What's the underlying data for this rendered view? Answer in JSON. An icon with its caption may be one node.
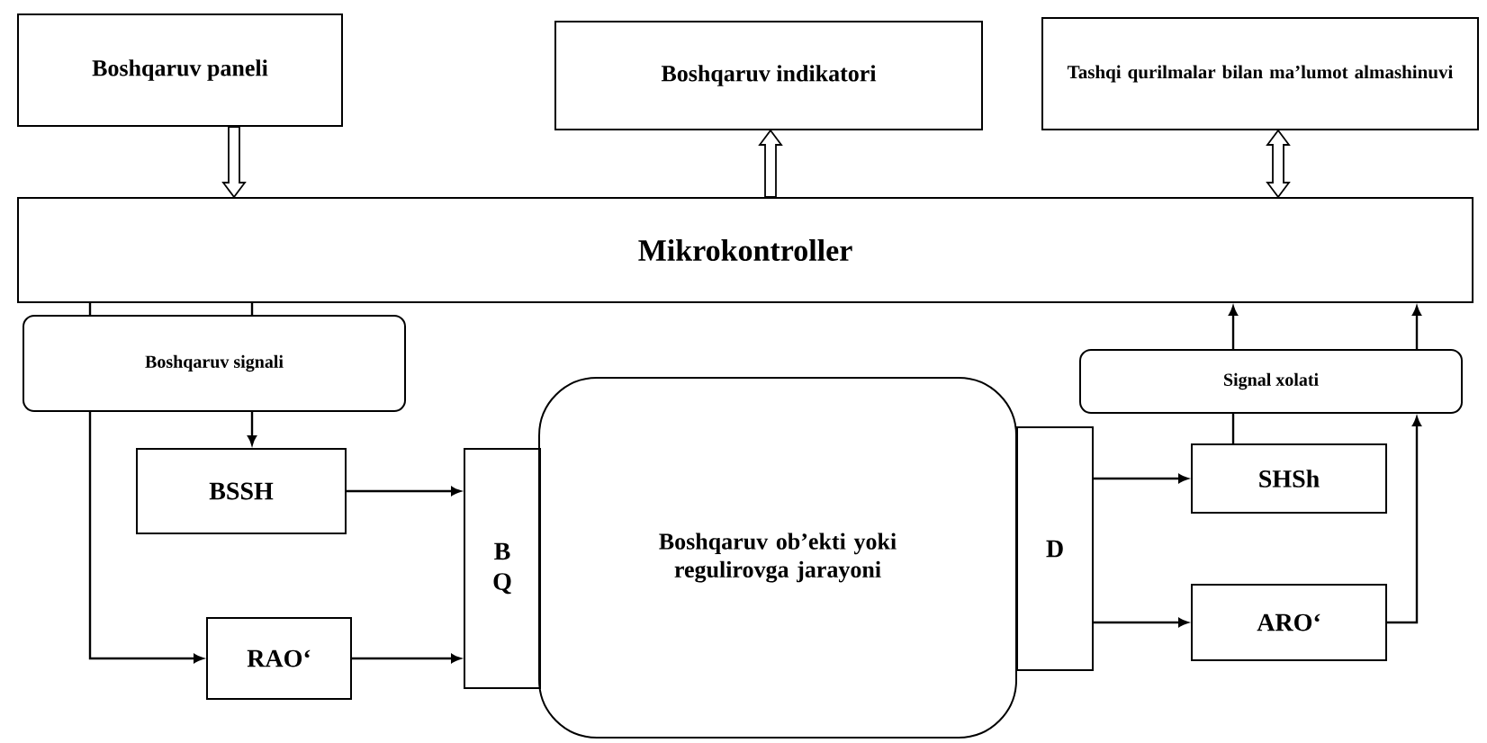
{
  "diagram": {
    "nodes": [
      {
        "text": [
          "Boshqaruv paneli"
        ]
      },
      {
        "text": [
          "Boshqaruv indikatori"
        ]
      },
      {
        "text": [
          "Tashqi qurilmalar bilan ma’lumot almashinuvi"
        ]
      },
      {
        "text": [
          "Mikrokontroller"
        ]
      },
      {
        "text": [
          "Boshqaruv signali"
        ]
      },
      {
        "text": [
          "BSSH"
        ]
      },
      {
        "text": [
          "RAO‘"
        ]
      },
      {
        "text": [
          "B Q"
        ]
      },
      {
        "text": [
          "Boshqaruv ob’ekti yoki regulirovga jarayoni"
        ]
      },
      {
        "text": [
          "D"
        ]
      },
      {
        "text": [
          "Signal xolati"
        ]
      },
      {
        "text": [
          "SHSh"
        ]
      },
      {
        "text": [
          "ARO‘"
        ]
      }
    ],
    "edges": [
      {
        "from": 0,
        "to": 3,
        "arrow": "to",
        "style": "thick"
      },
      {
        "from": 3,
        "to": 1,
        "arrow": "to",
        "style": "thick"
      },
      {
        "from": 3,
        "to": 2,
        "arrow": "both",
        "style": "thick"
      },
      {
        "from": 3,
        "to": 4,
        "arrow": "none"
      },
      {
        "from": 3,
        "to": 4,
        "arrow": "none"
      },
      {
        "from": 4,
        "to": 5,
        "arrow": "to"
      },
      {
        "from": 4,
        "to": 6,
        "arrow": "to"
      },
      {
        "from": 5,
        "to": 7,
        "arrow": "to"
      },
      {
        "from": 6,
        "to": 7,
        "arrow": "to"
      },
      {
        "from": 9,
        "to": 11,
        "arrow": "to"
      },
      {
        "from": 9,
        "to": 12,
        "arrow": "to"
      },
      {
        "from": 11,
        "to": 10,
        "arrow": "none"
      },
      {
        "from": 12,
        "to": 10,
        "arrow": "to"
      },
      {
        "from": 10,
        "to": 3,
        "arrow": "to"
      },
      {
        "from": 10,
        "to": 3,
        "arrow": "to"
      }
    ]
  }
}
